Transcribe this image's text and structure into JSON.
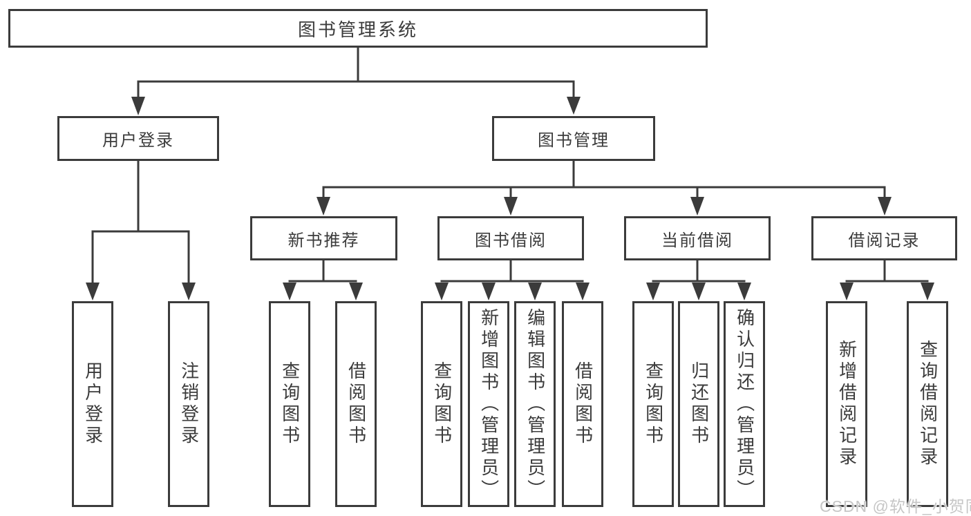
{
  "diagram": {
    "root": {
      "label": "图书管理系统"
    },
    "level1": [
      {
        "label": "用户登录",
        "children": [
          {
            "label": "用户登录"
          },
          {
            "label": "注销登录"
          }
        ]
      },
      {
        "label": "图书管理",
        "children": [
          {
            "label": "新书推荐",
            "children": [
              {
                "label": "查询图书"
              },
              {
                "label": "借阅图书"
              }
            ]
          },
          {
            "label": "图书借阅",
            "children": [
              {
                "label": "查询图书"
              },
              {
                "label": "新增图书（管理员）"
              },
              {
                "label": "编辑图书（管理员）"
              },
              {
                "label": "借阅图书"
              }
            ]
          },
          {
            "label": "当前借阅",
            "children": [
              {
                "label": "查询图书"
              },
              {
                "label": "归还图书"
              },
              {
                "label": "确认归还（管理员）"
              }
            ]
          },
          {
            "label": "借阅记录",
            "children": [
              {
                "label": "新增借阅记录"
              },
              {
                "label": "查询借阅记录"
              }
            ]
          }
        ]
      }
    ]
  },
  "watermark": {
    "text": "CSDN @软件_小贺同学"
  },
  "colors": {
    "line": "#3b3b3b",
    "text": "#3b3b3b",
    "box_background": "#ffffff",
    "watermark": "#c6c6c6"
  }
}
